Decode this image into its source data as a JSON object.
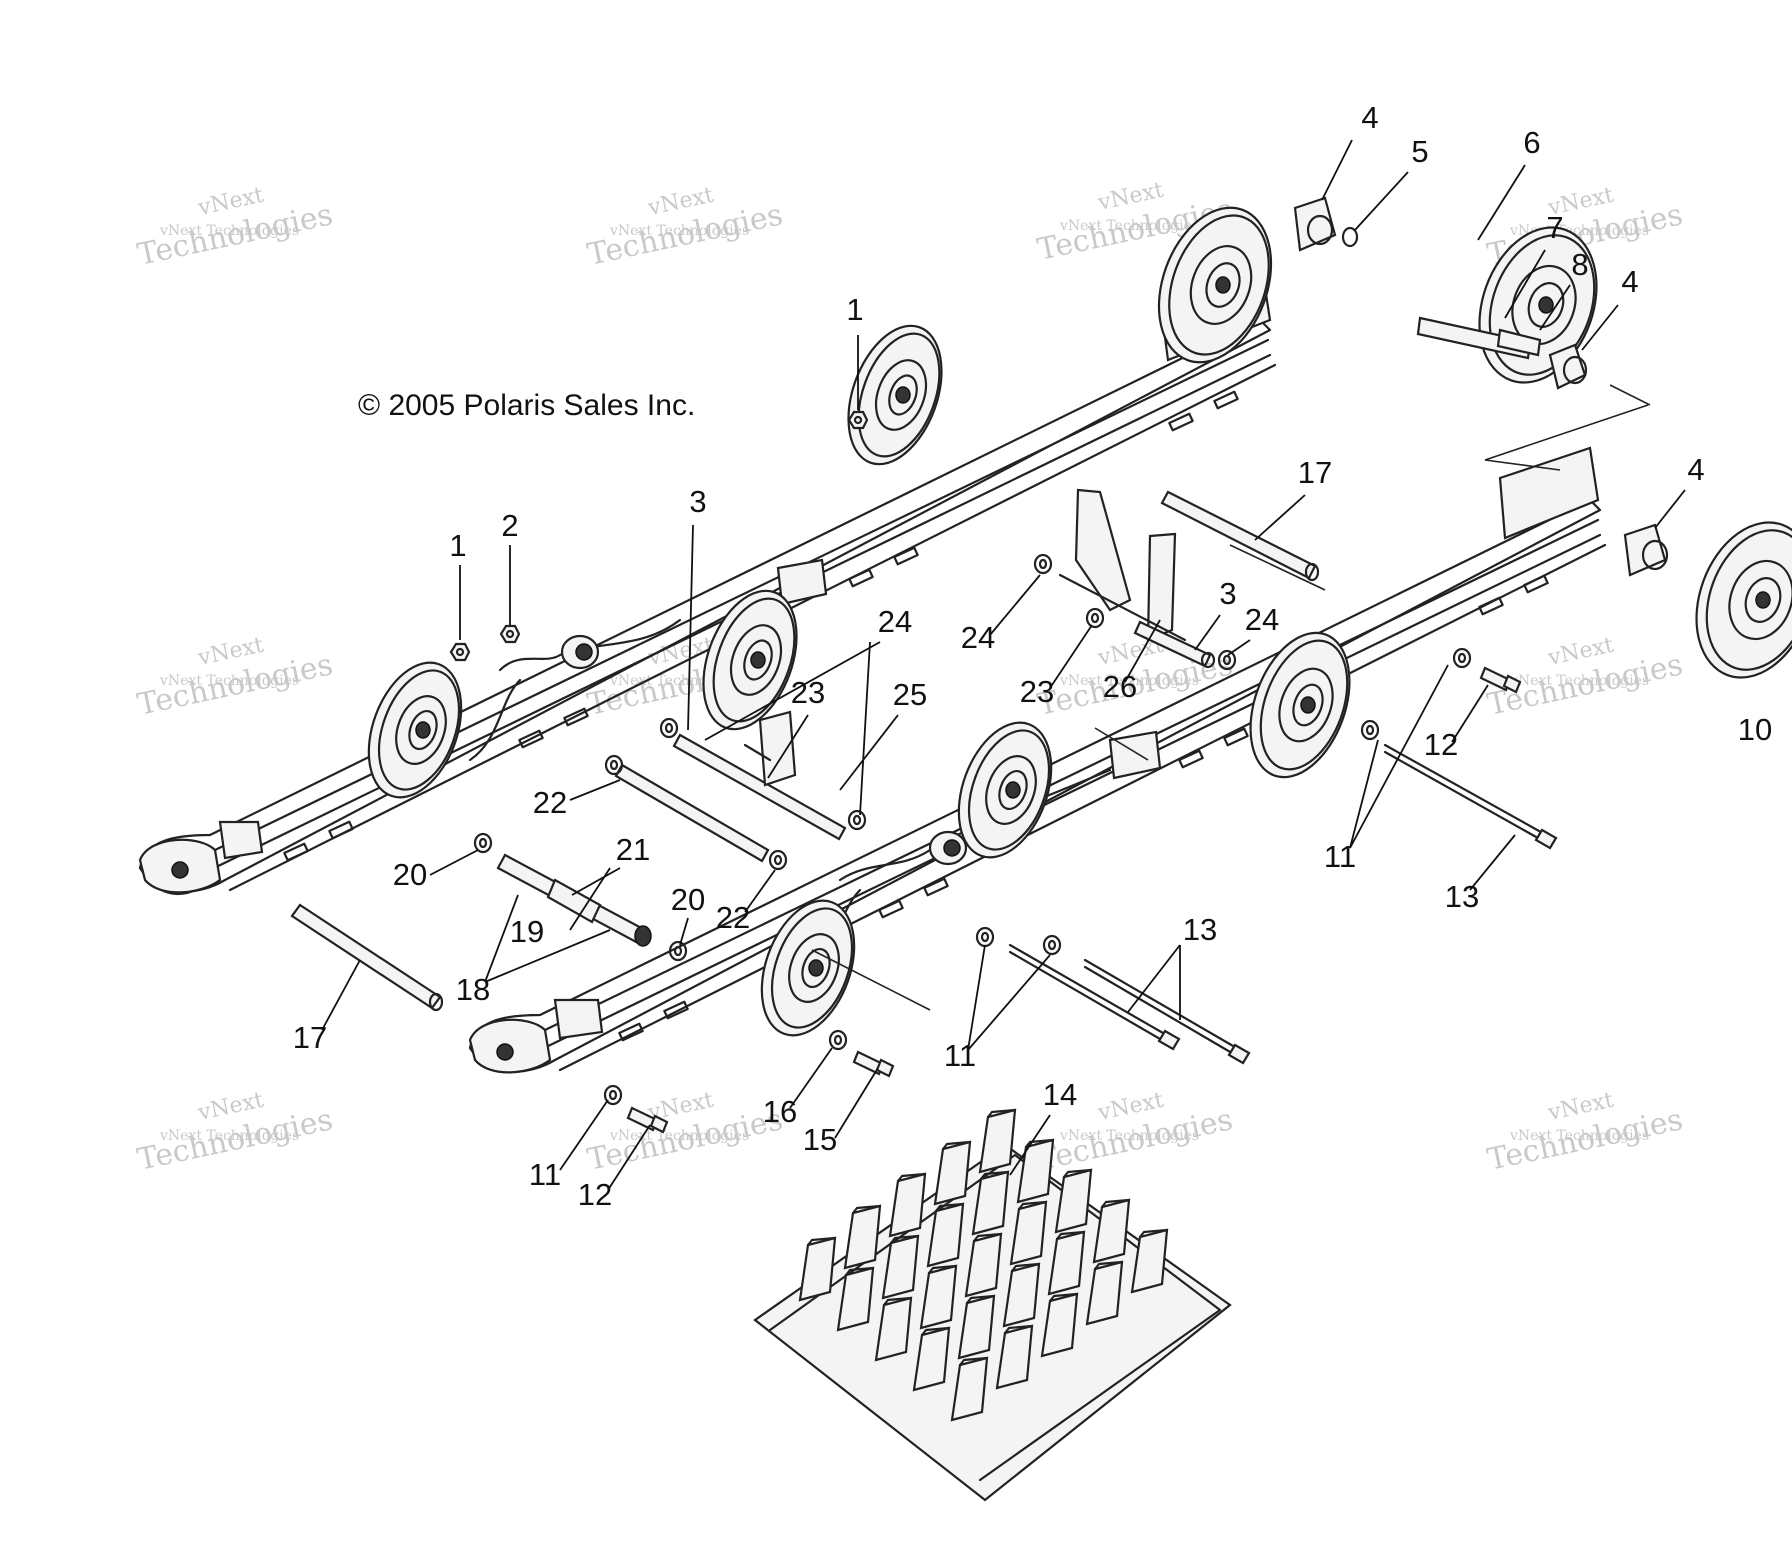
{
  "copyright": "© 2005 Polaris Sales Inc.",
  "watermark": {
    "line1": "vNext",
    "line2": "vNext Technologies",
    "line3": "Technologies"
  },
  "callouts": [
    "1",
    "2",
    "3",
    "4",
    "5",
    "6",
    "7",
    "8",
    "10",
    "11",
    "12",
    "13",
    "14",
    "15",
    "16",
    "17",
    "18",
    "19",
    "20",
    "21",
    "22",
    "23",
    "24",
    "25",
    "26"
  ],
  "colors": {
    "ink": "#111111",
    "watermark": "#c9c9c9",
    "background": "#ffffff"
  }
}
